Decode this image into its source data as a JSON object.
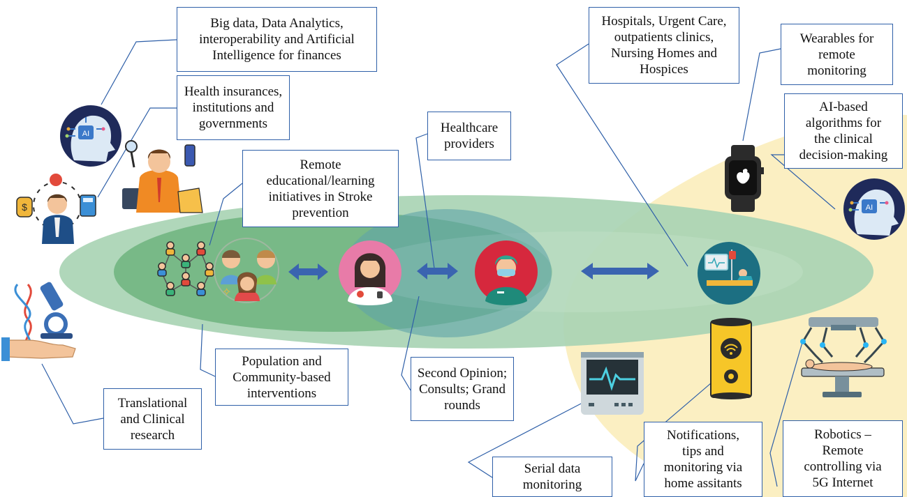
{
  "labels": {
    "big_data": "Big data, Data Analytics,\ninteroperability and Artificial\nIntelligence for finances",
    "insurances": "Health insurances,\ninstitutions and\ngovernments",
    "remote_education": "Remote\neducational/learning\ninitiatives in Stroke\nprevention",
    "healthcare_providers": "Healthcare\nproviders",
    "hospitals": "Hospitals, Urgent Care,\noutpatients clinics,\nNursing Homes and\nHospices",
    "wearables": "Wearables for\nremote\nmonitoring",
    "ai_algorithms": "AI-based\nalgorithms for\nthe clinical\ndecision-making",
    "population": "Population and\nCommunity-based\ninterventions",
    "second_opinion": "Second Opinion;\nConsults; Grand\nrounds",
    "translational": "Translational\nand Clinical\nresearch",
    "serial_data": "Serial data\nmonitoring",
    "notifications": "Notifications,\ntips and\nmonitoring via\nhome assitants",
    "robotics": "Robotics –\nRemote\ncontrolling via\n5G Internet"
  },
  "icons": {
    "ai_head_left": "ai-brain-icon",
    "finance_person": "finance-analyst-icon",
    "government_person": "insurance-official-icon",
    "community_network": "community-network-icon",
    "people_group": "people-group-icon",
    "doctor_female": "female-doctor-icon",
    "surgeon": "surgeon-icon",
    "hospital_bed": "hospital-bed-icon",
    "smartwatch": "smartwatch-icon",
    "ai_head_right": "ai-brain-icon",
    "research_hand": "research-hand-icon",
    "ecg_monitor": "ecg-monitor-icon",
    "home_assistant": "home-assistant-icon",
    "surgical_robot": "surgical-robot-icon",
    "arrow": "double-arrow-icon"
  },
  "colors": {
    "outer_ellipse": "#a9d4b4",
    "inner_ellipse": "#6fb47e",
    "center_ellipse": "#5fa3a9",
    "yellow_region": "#fbefc2",
    "connector": "#2e5fa8",
    "arrow": "#3a64b0"
  }
}
